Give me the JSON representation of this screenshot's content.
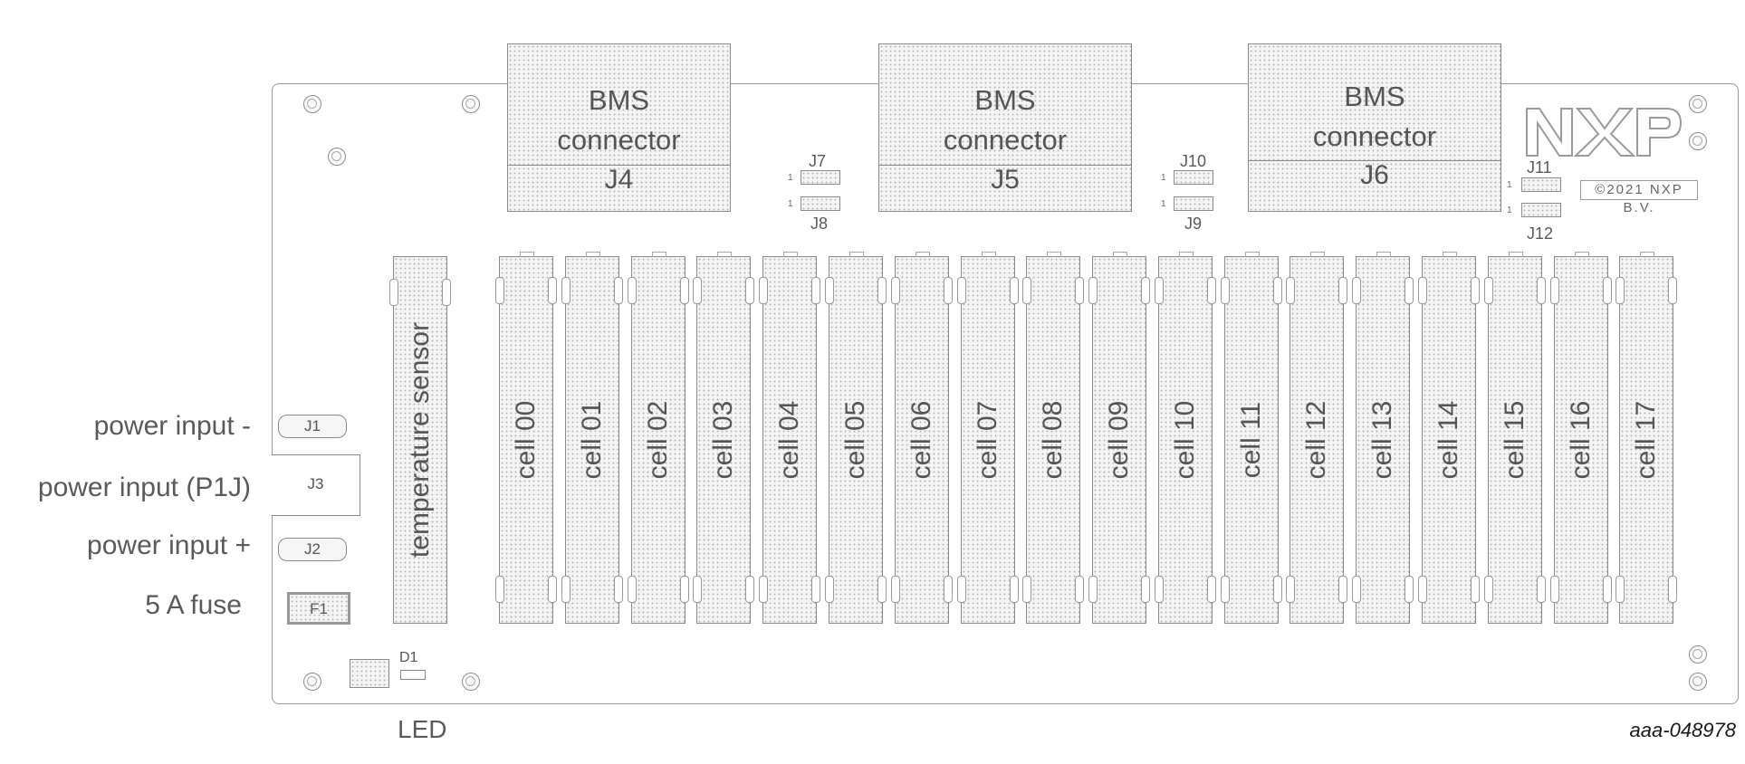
{
  "title": "",
  "side_labels": {
    "power_input_minus": "power input -",
    "power_input_p1j": "power input (P1J)",
    "power_input_plus": "power input +",
    "fuse": "5 A fuse",
    "led": "LED"
  },
  "connectors": [
    {
      "title": "BMS\nconnector",
      "ref": "J4"
    },
    {
      "title": "BMS\nconnector",
      "ref": "J5"
    },
    {
      "title": "BMS\nconnector",
      "ref": "J6"
    }
  ],
  "small_headers": [
    "J7",
    "J8",
    "J10",
    "J9",
    "J11",
    "J12"
  ],
  "power_refs": {
    "j1": "J1",
    "j3": "J3",
    "j2": "J2",
    "f1": "F1",
    "d1": "D1"
  },
  "temperature_sensor": "temperature sensor",
  "cells": [
    "cell 00",
    "cell 01",
    "cell 02",
    "cell 03",
    "cell 04",
    "cell 05",
    "cell 06",
    "cell 07",
    "cell 08",
    "cell 09",
    "cell 10",
    "cell 11",
    "cell 12",
    "cell 13",
    "cell 14",
    "cell 15",
    "cell 16",
    "cell 17"
  ],
  "logo": {
    "text": "NXP",
    "copyright": "©2021 NXP B.V."
  },
  "pin_marker": "1",
  "footnote": "aaa-048978"
}
